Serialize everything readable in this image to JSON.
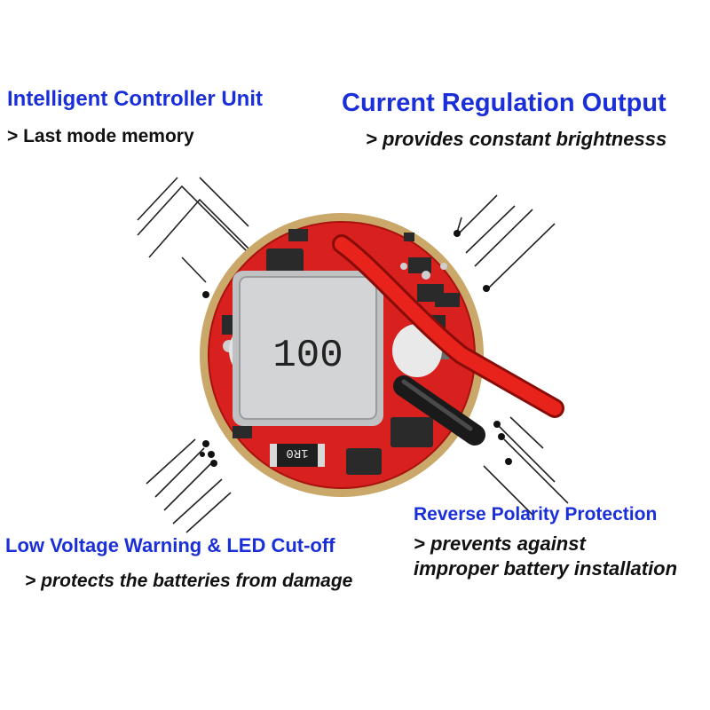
{
  "colors": {
    "title": "#1b2fd8",
    "text": "#111111",
    "pcb": "#d8201e",
    "wire_red": "#e8231c",
    "wire_black": "#1a1a1a",
    "inductor": "#c9cbcc",
    "ring": "#c9a86a"
  },
  "features": {
    "controller": {
      "title": "Intelligent Controller Unit",
      "detail": "> Last mode memory"
    },
    "regulation": {
      "title": "Current Regulation Output",
      "detail": "> provides constant brightnesss"
    },
    "low_voltage": {
      "title": "Low Voltage Warning & LED Cut-off",
      "detail": "> protects the batteries from damage"
    },
    "polarity": {
      "title": "Reverse Polarity Protection",
      "detail_line1": "> prevents against",
      "detail_line2": "improper battery installation"
    }
  },
  "board": {
    "inductor_marking": "100",
    "resistor_marking": "1R0"
  }
}
